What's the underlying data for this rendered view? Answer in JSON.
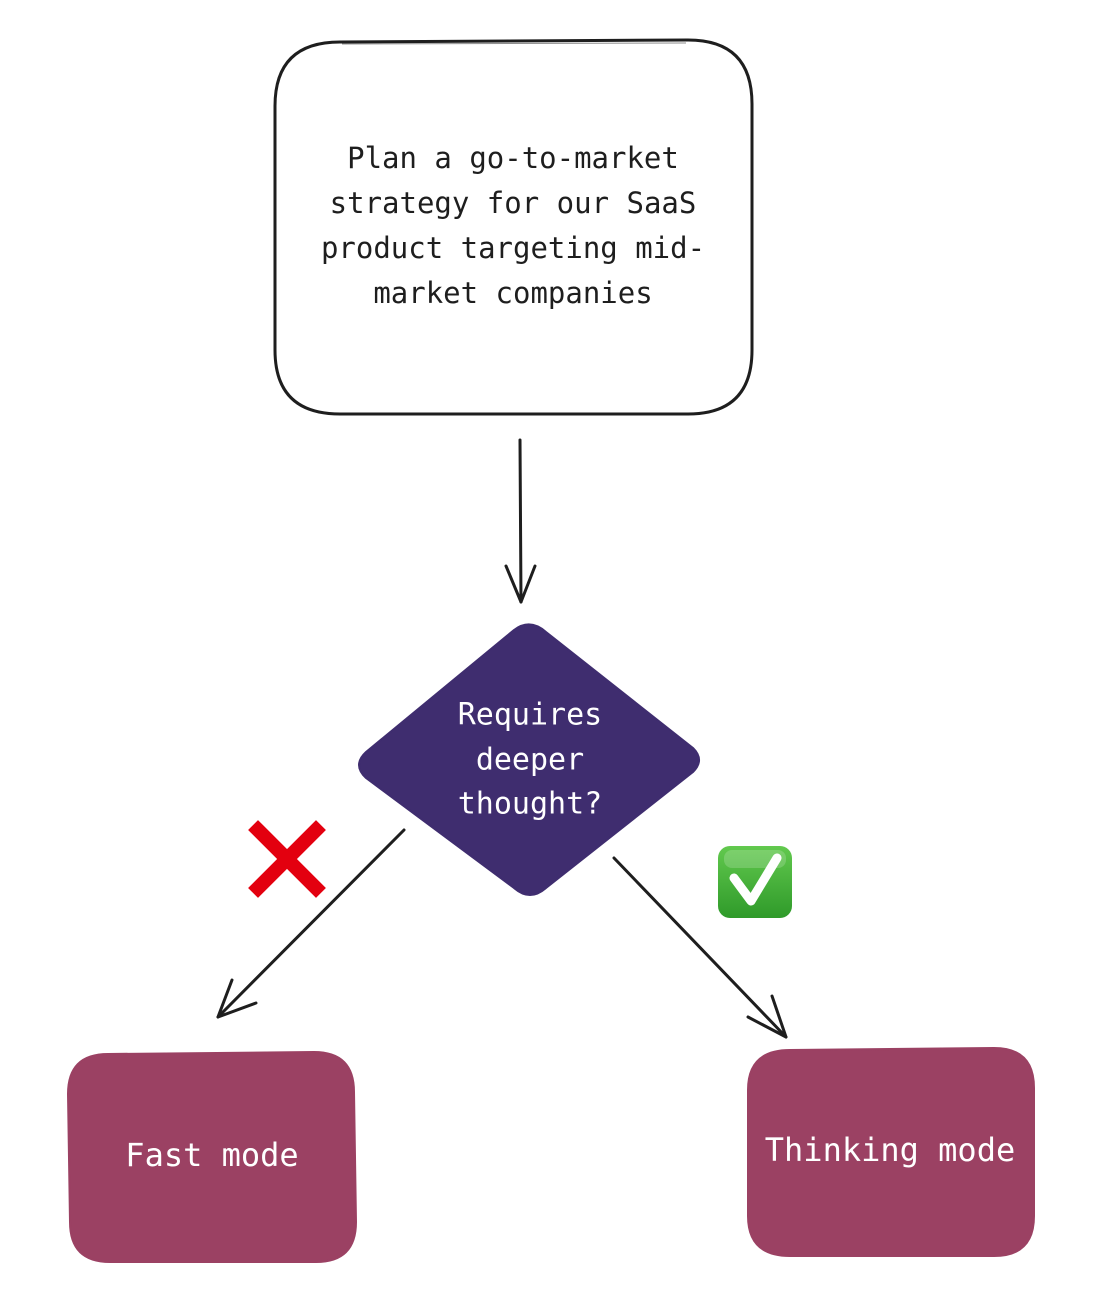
{
  "prompt": {
    "lines": [
      "Plan a go-to-market",
      "strategy for our SaaS",
      "product targeting mid-",
      "market companies"
    ]
  },
  "decision": {
    "lines": [
      "Requires",
      "deeper",
      "thought?"
    ],
    "color": "#3f2d6f"
  },
  "outcomes": {
    "no_branch": {
      "icon": "red-cross-icon",
      "icon_color": "#e3000f",
      "label": "Fast mode"
    },
    "yes_branch": {
      "icon": "green-check-icon",
      "icon_color": "#3aa832",
      "label": "Thinking mode"
    },
    "box_color": "#9b4163"
  },
  "stroke_color": "#1e1e1e"
}
